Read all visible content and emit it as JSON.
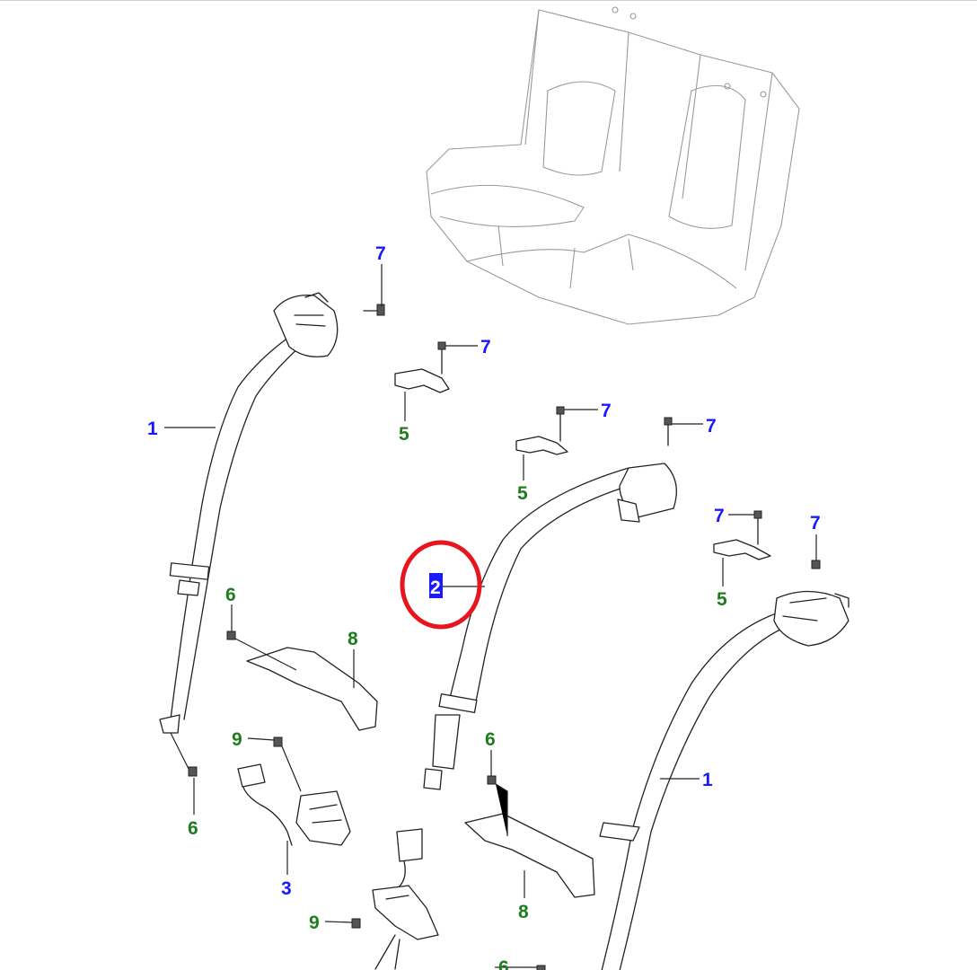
{
  "diagram": {
    "colors": {
      "callout_blue": "#1a1aff",
      "callout_green": "#1e7d1e",
      "highlight_ring": "#e8141e",
      "highlight_fill": "#1a1aff"
    },
    "callouts": [
      {
        "label": "7"
      },
      {
        "label": "7"
      },
      {
        "label": "7"
      },
      {
        "label": "7"
      },
      {
        "label": "7"
      },
      {
        "label": "7"
      },
      {
        "label": "1"
      },
      {
        "label": "1"
      },
      {
        "label": "5"
      },
      {
        "label": "5"
      },
      {
        "label": "5"
      },
      {
        "label": "2"
      },
      {
        "label": "6"
      },
      {
        "label": "6"
      },
      {
        "label": "6"
      },
      {
        "label": "6"
      },
      {
        "label": "8"
      },
      {
        "label": "8"
      },
      {
        "label": "9"
      },
      {
        "label": "9"
      },
      {
        "label": "3"
      }
    ],
    "selected_callout": "2"
  }
}
